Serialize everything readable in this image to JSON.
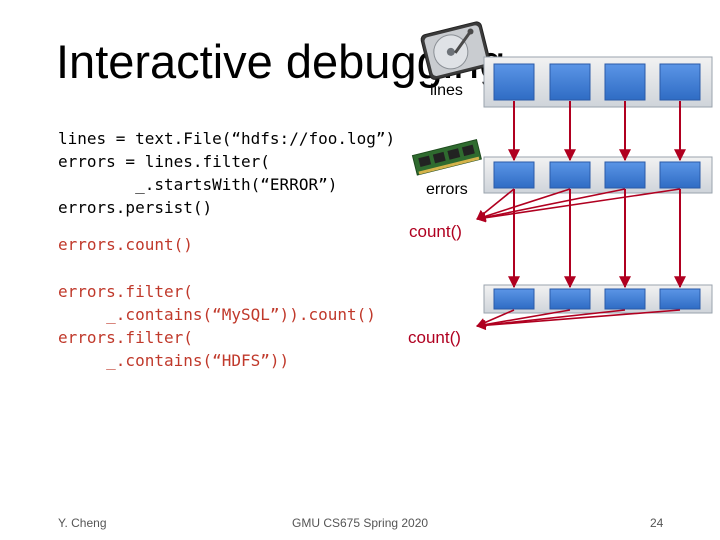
{
  "slide": {
    "title": "Interactive debugging",
    "code": {
      "block1": "lines = text.File(“hdfs://foo.log”)\nerrors = lines.filter(\n        _.startsWith(“ERROR”)\nerrors.persist()",
      "block2": "errors.count()",
      "block3": "errors.filter(\n     _.contains(“MySQL”)).count()\nerrors.filter(\n     _.contains(“HDFS”))"
    },
    "labels": {
      "lines": "lines",
      "errors": "errors",
      "count1": "count()",
      "count2": "count()"
    },
    "colors": {
      "accent_red": "#b00020",
      "block_blue": "#3f7fd9",
      "code_red": "#c0392b"
    },
    "icons": {
      "disk": "hard-drive-icon",
      "memory": "memory-stick-icon"
    }
  },
  "footer": {
    "author": "Y. Cheng",
    "course": "GMU CS675 Spring 2020",
    "page": "24"
  }
}
